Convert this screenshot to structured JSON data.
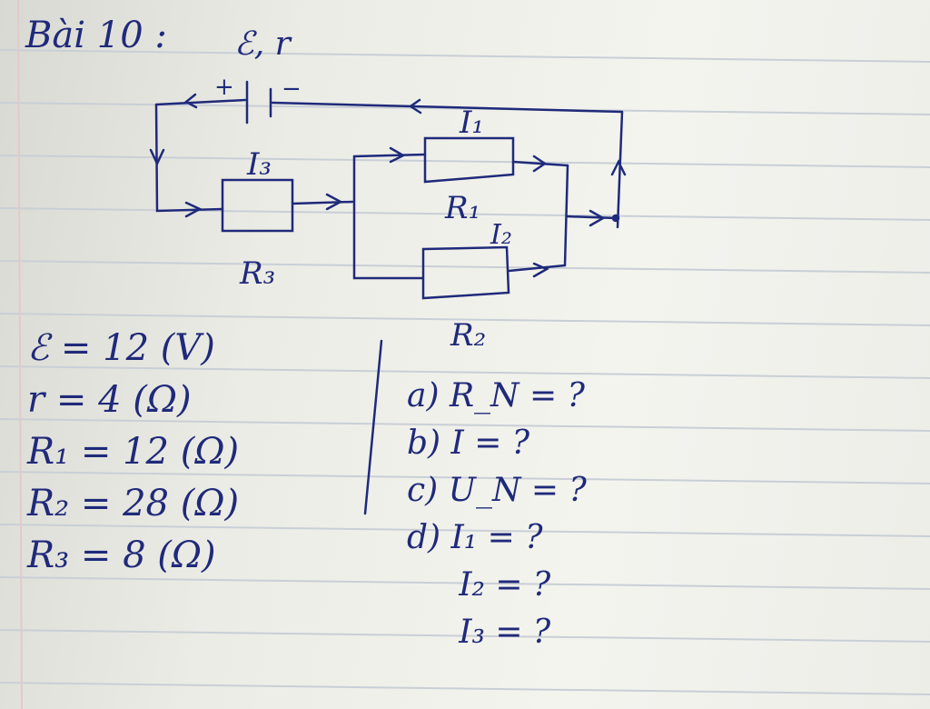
{
  "title": "Bài 10 :",
  "circuit": {
    "source_label": "ℰ, r",
    "plus": "+",
    "minus": "−",
    "r1_label": "R₁",
    "r2_label": "R₂",
    "r3_label": "R₃",
    "i1_label": "I₁",
    "i2_label": "I₂",
    "i3_label": "I₃"
  },
  "given": [
    "ℰ = 12 (V)",
    "r = 4 (Ω)",
    "R₁ = 12 (Ω)",
    "R₂ = 28 (Ω)",
    "R₃ = 8 (Ω)"
  ],
  "questions": [
    "a) R_N = ?",
    "b) I = ?",
    "c) U_N = ?",
    "d) I₁ = ?",
    "     I₂ = ?",
    "     I₃ = ?"
  ],
  "ink_color": "#1f2a7a",
  "rule_color": "#c9cfd6"
}
